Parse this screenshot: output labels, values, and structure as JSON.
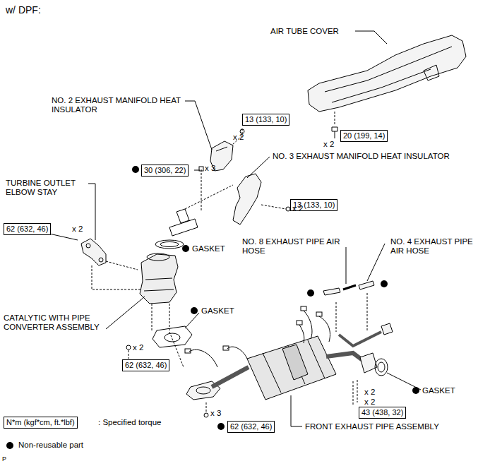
{
  "diagram": {
    "title": "w/ DPF:",
    "nodes": [
      {
        "text": [
          "13 (133, 10)"
        ]
      },
      {
        "text": [
          "20 (199, 14)"
        ]
      },
      {
        "text": [
          "30 (306, 22)"
        ]
      },
      {
        "text": [
          "13 (133, 10)"
        ]
      },
      {
        "text": [
          "62 (632, 46)"
        ]
      },
      {
        "text": [
          "62 (632, 46)"
        ]
      },
      {
        "text": [
          "62 (632, 46)"
        ]
      },
      {
        "text": [
          "43 (438, 32)"
        ]
      },
      {
        "text": [
          "N*m (kgf*cm, ft.*lbf)"
        ]
      }
    ],
    "labels": [
      "AIR TUBE COVER",
      "NO. 2 EXHAUST MANIFOLD HEAT INSULATOR",
      "x 2",
      "x 2",
      "NO. 3 EXHAUST MANIFOLD HEAT INSULATOR",
      "x 3",
      "TURBINE OUTLET ELBOW STAY",
      "x 2",
      "x 2",
      "GASKET",
      "NO. 8 EXHAUST PIPE AIR HOSE",
      "NO. 4 EXHAUST PIPE AIR HOSE",
      "GASKET",
      "CATALYTIC WITH PIPE CONVERTER ASSEMBLY",
      "x 2",
      "GASKET",
      "x 2",
      "x 2",
      "x 3",
      "FRONT EXHAUST PIPE ASSEMBLY",
      ": Specified torque",
      "P"
    ],
    "legend": [
      {
        "text": "Non-reusable part"
      }
    ]
  }
}
